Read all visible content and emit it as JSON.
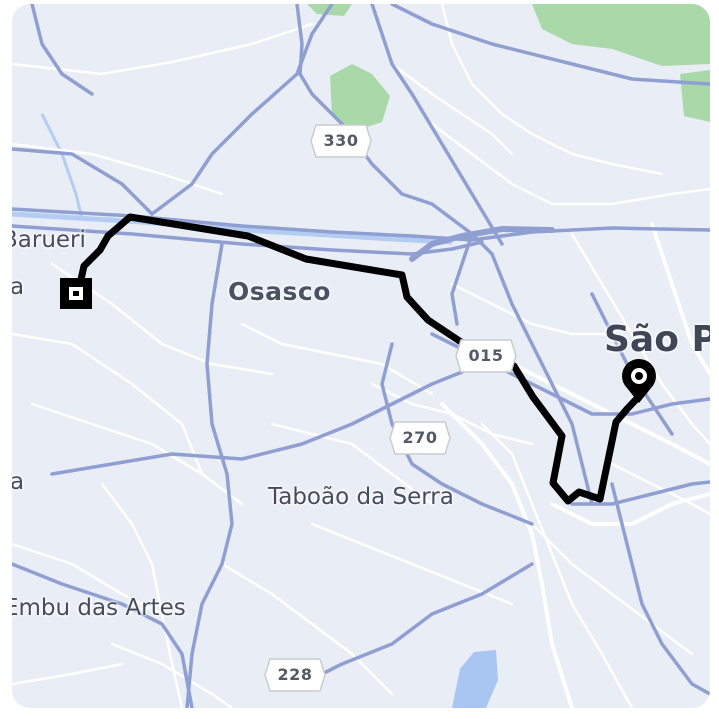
{
  "map": {
    "colors": {
      "land": "#e9edf5",
      "park": "#a9d9a8",
      "road_major": "#8f9fd2",
      "road_minor": "#ffffff",
      "water": "#a9c6f3",
      "route": "#000000"
    },
    "places": {
      "osasco": "Osasco",
      "taboao": "Taboão da Serra",
      "embu": "Embu das Artes",
      "barueri": "Barueri",
      "partial_a1": "a",
      "partial_a2": "a",
      "sao_paulo": "São P"
    },
    "shields": {
      "s330": "330",
      "s015": "015",
      "s270": "270",
      "s228": "228"
    },
    "route": {
      "start_marker": "square-origin-icon",
      "end_marker": "pin-destination-icon"
    }
  }
}
